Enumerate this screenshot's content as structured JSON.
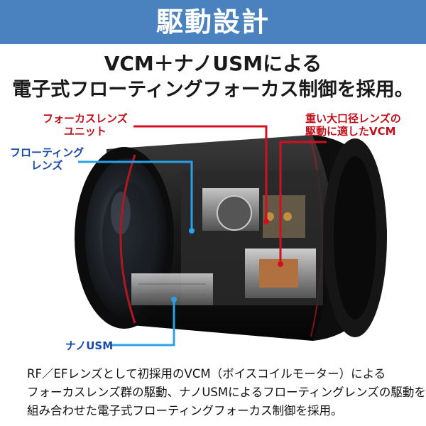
{
  "header": {
    "title": "駆動設計"
  },
  "headline": {
    "line1": "VCM＋ナノUSMによる",
    "line2": "電子式フローティングフォーカス制御を採用。"
  },
  "labels": {
    "focus_lens_1": "フォーカスレンズ",
    "focus_lens_2": "ユニット",
    "floating_lens_1": "フローティング",
    "floating_lens_2": "レンズ",
    "vcm_1": "重い大口径レンズの",
    "vcm_2": "駆動に適したVCM",
    "nano_usm": "ナノUSM"
  },
  "description": {
    "line1": "RF／EFレンズとして初採用のVCM（ボイスコイルモーター）による",
    "line2": "フォーカスレンズ群の駆動、ナノUSMによるフローティングレンズの駆動を",
    "line3": "組み合わせた電子式フローティングフォーカス制御を採用。"
  },
  "colors": {
    "header_bg": "#4a82c0",
    "red_label": "#c0101b",
    "blue_label": "#1a4aa8"
  }
}
